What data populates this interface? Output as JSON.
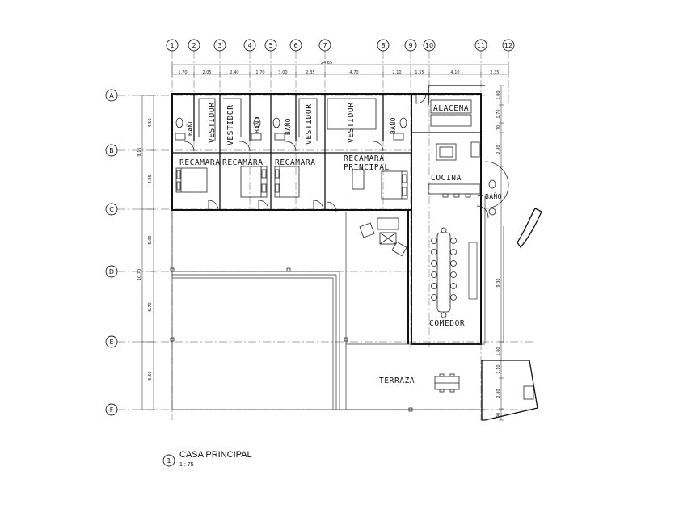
{
  "grid": {
    "columns": [
      "1",
      "2",
      "3",
      "4",
      "5",
      "6",
      "7",
      "8",
      "9",
      "10",
      "11",
      "12"
    ],
    "rows": [
      "A",
      "B",
      "C",
      "D",
      "E",
      "F"
    ]
  },
  "dims_top": {
    "overall": "24.65",
    "segments": [
      "1.70",
      "2.05",
      "2.40",
      "1.70",
      "3.00",
      "2.35",
      "4.70",
      "2.10",
      "1.55",
      "4.10",
      "2.35"
    ]
  },
  "dims_left": {
    "segments": [
      "4.50",
      "4.85",
      "5.00",
      "5.70",
      "5.50"
    ],
    "overall_top": "9.15",
    "overall_mid": "10.70"
  },
  "dims_right": {
    "segments": [
      "1.00",
      "1.70",
      "70",
      "2.80",
      "9.30",
      "1.00",
      "1.10",
      "2.80",
      "90"
    ]
  },
  "rooms": {
    "bano_1": "BAÑO",
    "vestidor_1": "VESTIDOR",
    "vestidor_2": "VESTIDOR",
    "bano_2": "BAÑO",
    "bano_3": "BAÑO",
    "vestidor_3": "VESTIDOR",
    "vestidor_4": "VESTIDOR",
    "bano_4": "BAÑO",
    "alacena": "ALACENA",
    "recamara_1": "RECAMARA",
    "recamara_2": "RECAMARA",
    "recamara_3": "RECAMARA",
    "recamara_principal_1": "RECAMARA",
    "recamara_principal_2": "PRINCIPAL",
    "cocina": "COCINA",
    "bano_5": "BAÑO",
    "comedor": "COMEDOR",
    "terraza": "TERRAZA"
  },
  "title_block": {
    "number": "1",
    "title": "CASA PRINCIPAL",
    "scale": "1 : 75"
  }
}
